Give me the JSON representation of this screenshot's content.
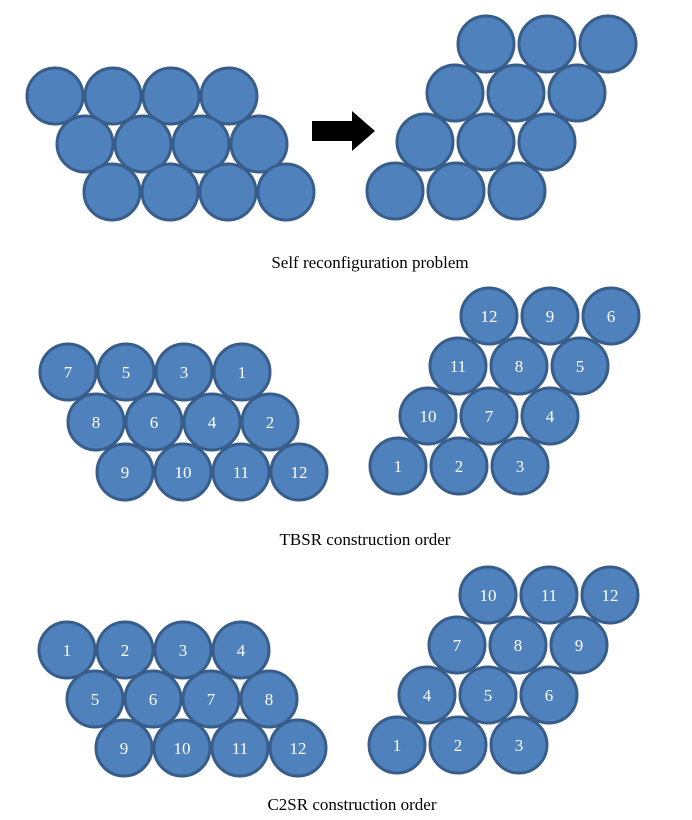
{
  "colors": {
    "module_fill": "#4f81bd",
    "module_stroke": "#385d8a",
    "arrow": "#000000",
    "label_text": "#ffffff",
    "caption_text": "#000000"
  },
  "captions": {
    "problem": "Self reconfiguration problem",
    "tbsr": "TBSR construction order",
    "c2sr": "C2SR construction order"
  },
  "panels": {
    "problem": {
      "initial_rows": [
        [
          null,
          null,
          null,
          null
        ],
        [
          null,
          null,
          null,
          null
        ],
        [
          null,
          null,
          null,
          null
        ]
      ],
      "target_rows": [
        [
          null,
          null,
          null
        ],
        [
          null,
          null,
          null
        ],
        [
          null,
          null,
          null
        ],
        [
          null,
          null,
          null
        ]
      ]
    },
    "tbsr": {
      "initial_rows": [
        [
          "7",
          "5",
          "3",
          "1"
        ],
        [
          "8",
          "6",
          "4",
          "2"
        ],
        [
          "9",
          "10",
          "11",
          "12"
        ]
      ],
      "target_rows": [
        [
          "12",
          "9",
          "6"
        ],
        [
          "11",
          "8",
          "5"
        ],
        [
          "10",
          "7",
          "4"
        ],
        [
          "1",
          "2",
          "3"
        ]
      ]
    },
    "c2sr": {
      "initial_rows": [
        [
          "1",
          "2",
          "3",
          "4"
        ],
        [
          "5",
          "6",
          "7",
          "8"
        ],
        [
          "9",
          "10",
          "11",
          "12"
        ]
      ],
      "target_rows": [
        [
          "10",
          "11",
          "12"
        ],
        [
          "7",
          "8",
          "9"
        ],
        [
          "4",
          "5",
          "6"
        ],
        [
          "1",
          "2",
          "3"
        ]
      ]
    }
  }
}
